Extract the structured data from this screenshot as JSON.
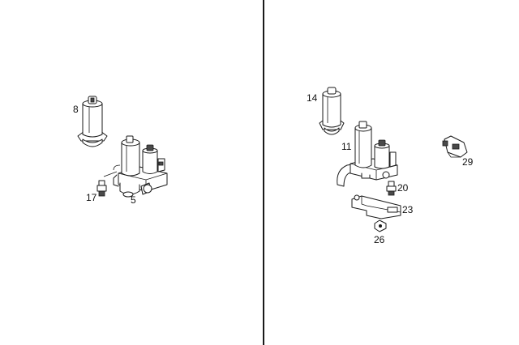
{
  "callouts": {
    "c8": "8",
    "c17": "17",
    "c5": "5",
    "c14": "14",
    "c11": "11",
    "c20": "20",
    "c23": "23",
    "c26": "26",
    "c29": "29"
  },
  "colors": {
    "line": "#1a1a1a",
    "background": "#ffffff"
  }
}
